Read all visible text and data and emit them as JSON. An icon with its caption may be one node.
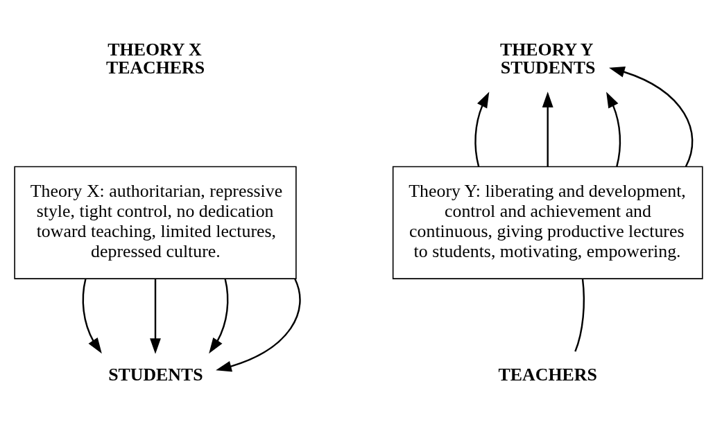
{
  "diagram": {
    "nodes": [
      {
        "text": [
          "Theory X: authoritarian, repressive style, tight control, no dedication toward teaching, limited lectures, depressed culture."
        ]
      },
      {
        "text": [
          "STUDENTS"
        ]
      },
      {
        "text": [
          "THEORY Y STUDENTS"
        ]
      },
      {
        "text": [
          "Theory Y: liberating and development, control and achievement and continuous, giving productive lectures to students, motivating, empowering."
        ]
      },
      {
        "text": [
          "TEACHERS"
        ]
      }
    ],
    "edges": [
      {
        "from": 0,
        "to": 1,
        "arrow": "to"
      },
      {
        "from": 0,
        "to": 1,
        "arrow": "to"
      },
      {
        "from": 0,
        "to": 1,
        "arrow": "to"
      },
      {
        "from": 0,
        "to": 1,
        "arrow": "to"
      },
      {
        "from": 3,
        "to": 2,
        "arrow": "to"
      },
      {
        "from": 3,
        "to": 2,
        "arrow": "to"
      },
      {
        "from": 3,
        "to": 2,
        "arrow": "to"
      },
      {
        "from": 3,
        "to": 2,
        "arrow": "to"
      },
      {
        "from": 4,
        "to": 3,
        "arrow": "none"
      }
    ],
    "labels": [
      "THEORY X TEACHERS"
    ]
  }
}
